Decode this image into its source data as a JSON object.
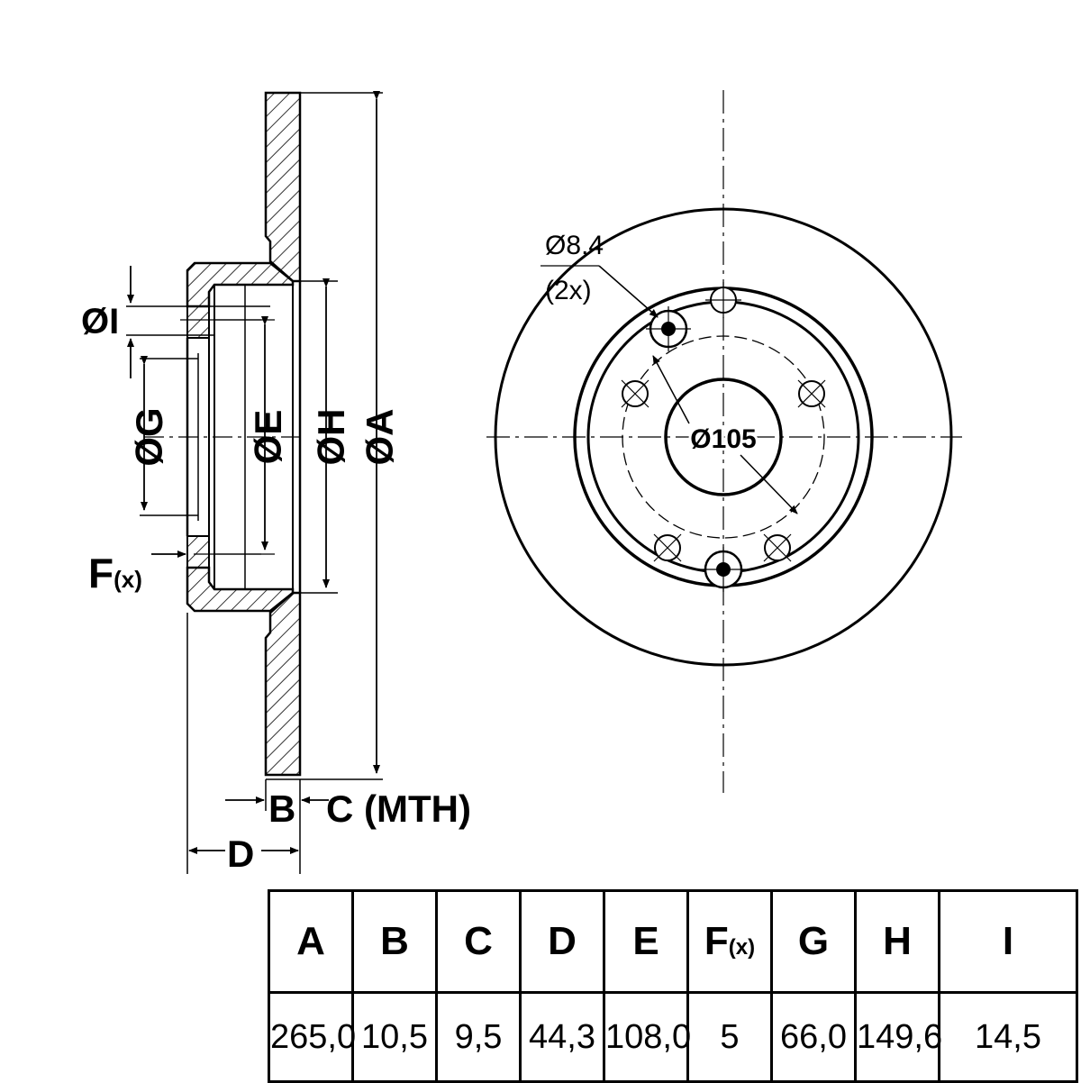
{
  "labels": {
    "dia_i": "ØI",
    "dia_g": "ØG",
    "dia_e": "ØE",
    "dia_h": "ØH",
    "dia_a": "ØA",
    "f": "F",
    "f_sub": "(x)",
    "b": "B",
    "c": "C (MTH)",
    "d": "D",
    "hole_dia": "Ø8,4",
    "hole_count": "(2x)",
    "pcd": "Ø105"
  },
  "table": {
    "headers": [
      {
        "key": "A",
        "label": "A"
      },
      {
        "key": "B",
        "label": "B"
      },
      {
        "key": "C",
        "label": "C"
      },
      {
        "key": "D",
        "label": "D"
      },
      {
        "key": "E",
        "label": "E"
      },
      {
        "key": "F",
        "label": "F",
        "sub": "(x)"
      },
      {
        "key": "G",
        "label": "G"
      },
      {
        "key": "H",
        "label": "H"
      },
      {
        "key": "I",
        "label": "I"
      }
    ],
    "values": [
      "265,0",
      "10,5",
      "9,5",
      "44,3",
      "108,0",
      "5",
      "66,0",
      "149,6",
      "14,5"
    ]
  }
}
